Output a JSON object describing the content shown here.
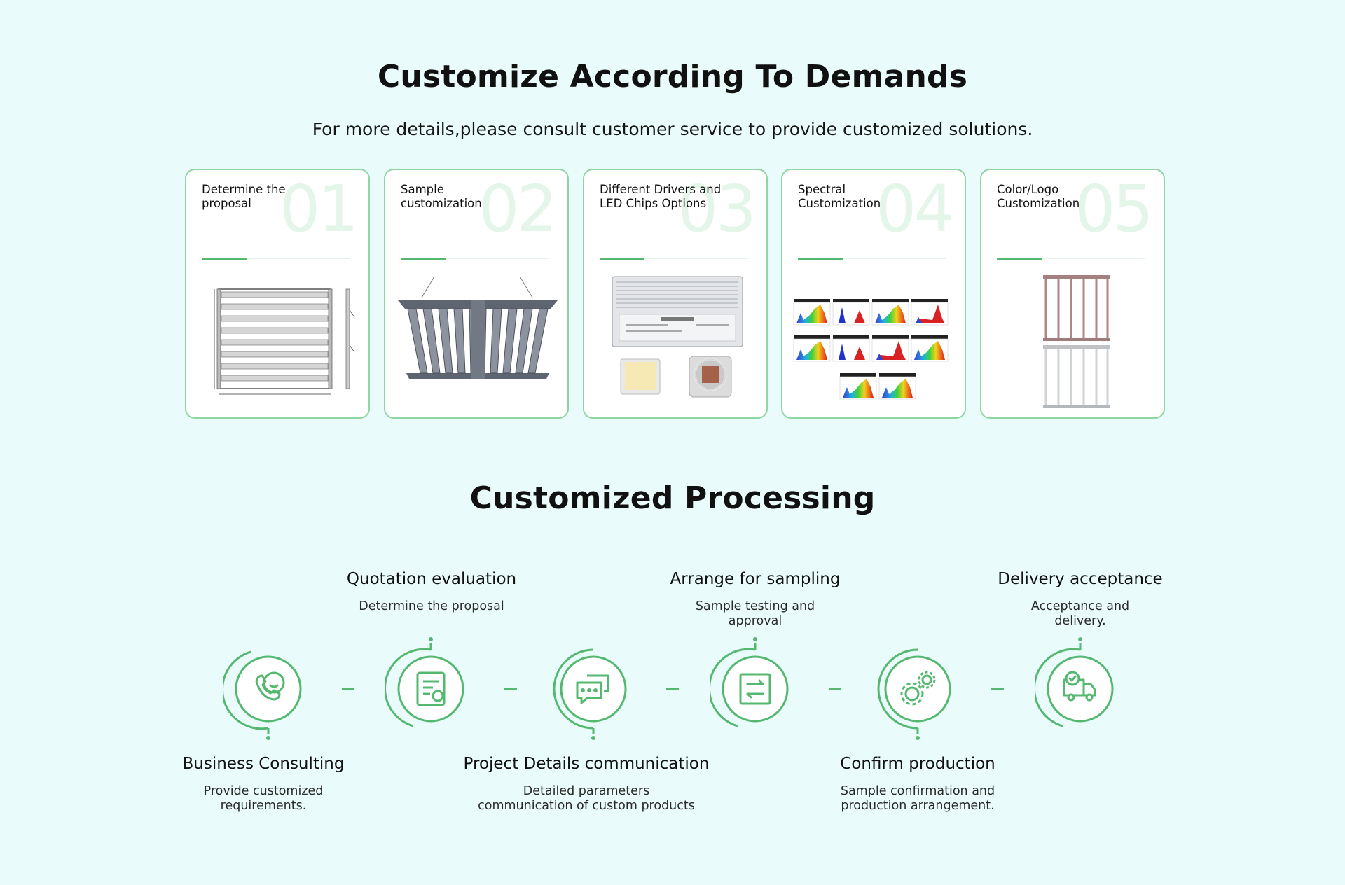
{
  "header": {
    "title": "Customize According To Demands",
    "subtitle": "For more details,please consult customer service to provide customized solutions."
  },
  "cards": [
    {
      "label": "Determine the proposal",
      "number": "01",
      "image": "product-dimension-drawing"
    },
    {
      "label": "Sample customization",
      "number": "02",
      "image": "grow-light-fixture"
    },
    {
      "label": "Different Drivers and LED Chips Options",
      "number": "03",
      "image": "driver-and-led-chips"
    },
    {
      "label": "Spectral Customization",
      "number": "04",
      "image": "spectrum-charts"
    },
    {
      "label": "Color/Logo Customization",
      "number": "05",
      "image": "colored-fixtures"
    }
  ],
  "process": {
    "title": "Customized Processing",
    "steps": [
      {
        "title": "Business Consulting",
        "desc": "Provide customized requirements.",
        "icon": "phone-chat-icon",
        "position": "below"
      },
      {
        "title": "Quotation evaluation",
        "desc": "Determine the proposal",
        "icon": "quotation-document-icon",
        "position": "above"
      },
      {
        "title": "Project Details communication",
        "desc": "Detailed parameters communication of custom products",
        "icon": "chat-bubbles-icon",
        "position": "below"
      },
      {
        "title": "Arrange for sampling",
        "desc": "Sample testing and approval",
        "icon": "exchange-document-icon",
        "position": "above"
      },
      {
        "title": "Confirm production",
        "desc": "Sample confirmation and production arrangement.",
        "icon": "gears-icon",
        "position": "below"
      },
      {
        "title": "Delivery acceptance",
        "desc": "Acceptance and delivery.",
        "icon": "delivery-truck-icon",
        "position": "above"
      }
    ]
  },
  "colors": {
    "accent": "#55b870",
    "card_border": "#8fd6a2",
    "background": "#e9fcfb"
  }
}
